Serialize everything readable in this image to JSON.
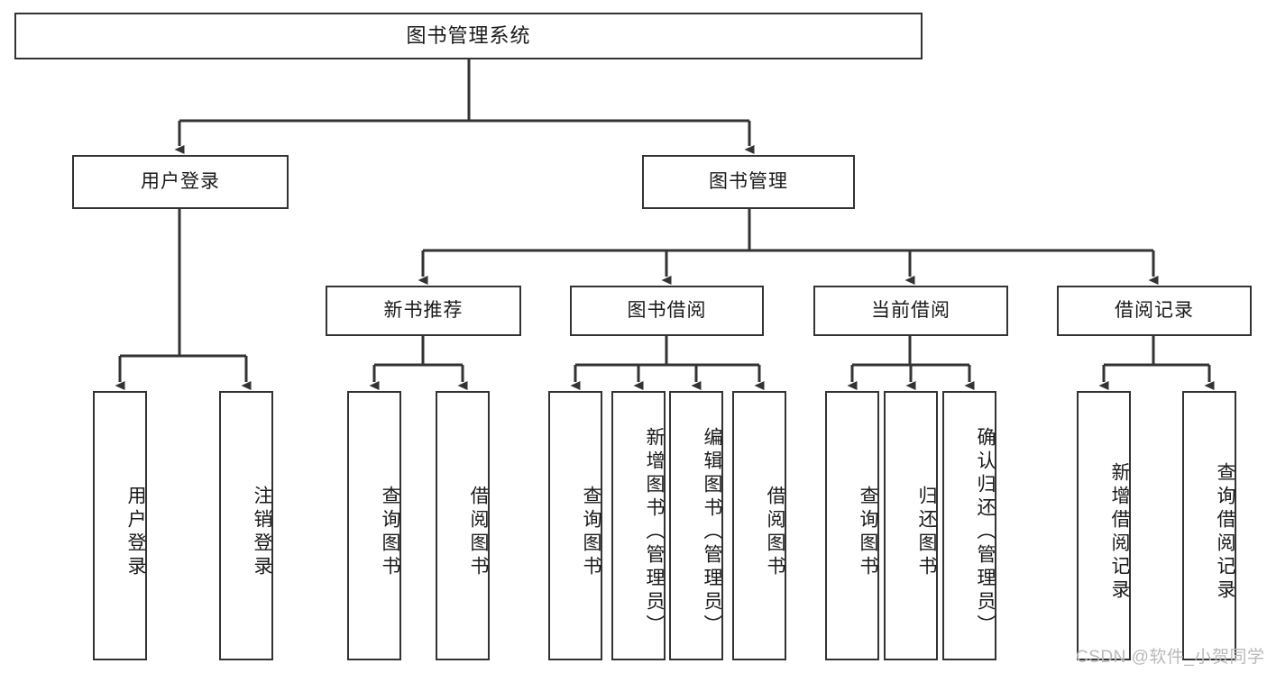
{
  "diagram": {
    "type": "tree-hierarchy",
    "title": "图书管理系统",
    "orientation": "top-down",
    "colors": {
      "box_border": "#333333",
      "box_fill": "#ffffff",
      "edge": "#333333",
      "text": "#1a1a1a",
      "watermark": "#b9b9b9"
    },
    "watermark": "CSDN @软件_小贺同学"
  },
  "nodes": {
    "root": {
      "label": "图书管理系统"
    },
    "level1": [
      {
        "id": "user-login",
        "label": "用户登录"
      },
      {
        "id": "book-management",
        "label": "图书管理"
      }
    ],
    "level2": [
      {
        "id": "new-book-recommend",
        "label": "新书推荐"
      },
      {
        "id": "book-borrow",
        "label": "图书借阅"
      },
      {
        "id": "current-borrow",
        "label": "当前借阅"
      },
      {
        "id": "borrow-record",
        "label": "借阅记录"
      }
    ],
    "leaves": {
      "user_login": [
        {
          "id": "leaf-user-login",
          "label": "用户登录"
        },
        {
          "id": "leaf-logout",
          "label": "注销登录"
        }
      ],
      "new_book_recommend": [
        {
          "id": "leaf-query-book-1",
          "label": "查询图书"
        },
        {
          "id": "leaf-borrow-book-1",
          "label": "借阅图书"
        }
      ],
      "book_borrow": [
        {
          "id": "leaf-query-book-2",
          "label": "查询图书"
        },
        {
          "id": "leaf-add-book",
          "label": "新增图书（管理员）"
        },
        {
          "id": "leaf-edit-book",
          "label": "编辑图书（管理员）"
        },
        {
          "id": "leaf-borrow-book-2",
          "label": "借阅图书"
        }
      ],
      "current_borrow": [
        {
          "id": "leaf-query-book-3",
          "label": "查询图书"
        },
        {
          "id": "leaf-return-book",
          "label": "归还图书"
        },
        {
          "id": "leaf-confirm-return",
          "label": "确认归还（管理员）"
        }
      ],
      "borrow_record": [
        {
          "id": "leaf-add-record",
          "label": "新增借阅记录"
        },
        {
          "id": "leaf-query-record",
          "label": "查询借阅记录"
        }
      ]
    }
  }
}
